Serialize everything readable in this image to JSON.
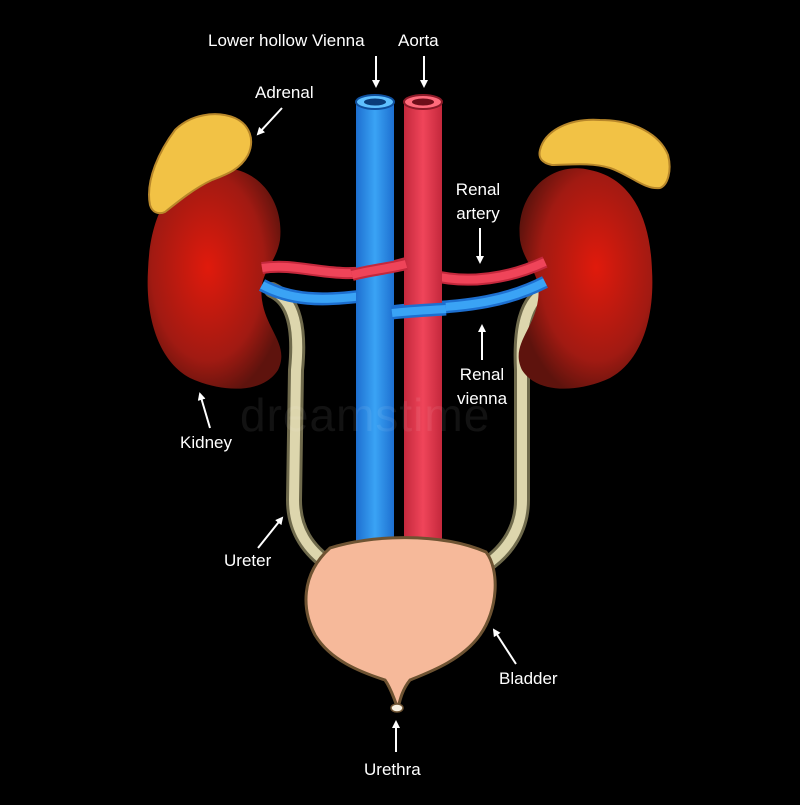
{
  "labels": {
    "vena_cava": "Lower hollow Vienna",
    "aorta": "Aorta",
    "adrenal": "Adrenal",
    "renal_artery_1": "Renal",
    "renal_artery_2": "artery",
    "renal_vein_1": "Renal",
    "renal_vein_2": "vienna",
    "kidney": "Kidney",
    "ureter": "Ureter",
    "bladder": "Bladder",
    "urethra": "Urethra"
  },
  "watermark": "dreamstime",
  "colors": {
    "background": "#000000",
    "vein": "#2e8ee8",
    "artery": "#e63a4f",
    "kidney": "#b21a10",
    "adrenal": "#f2c245",
    "ureter": "#d9d2a8",
    "bladder": "#f6b99a",
    "label": "#ffffff"
  }
}
